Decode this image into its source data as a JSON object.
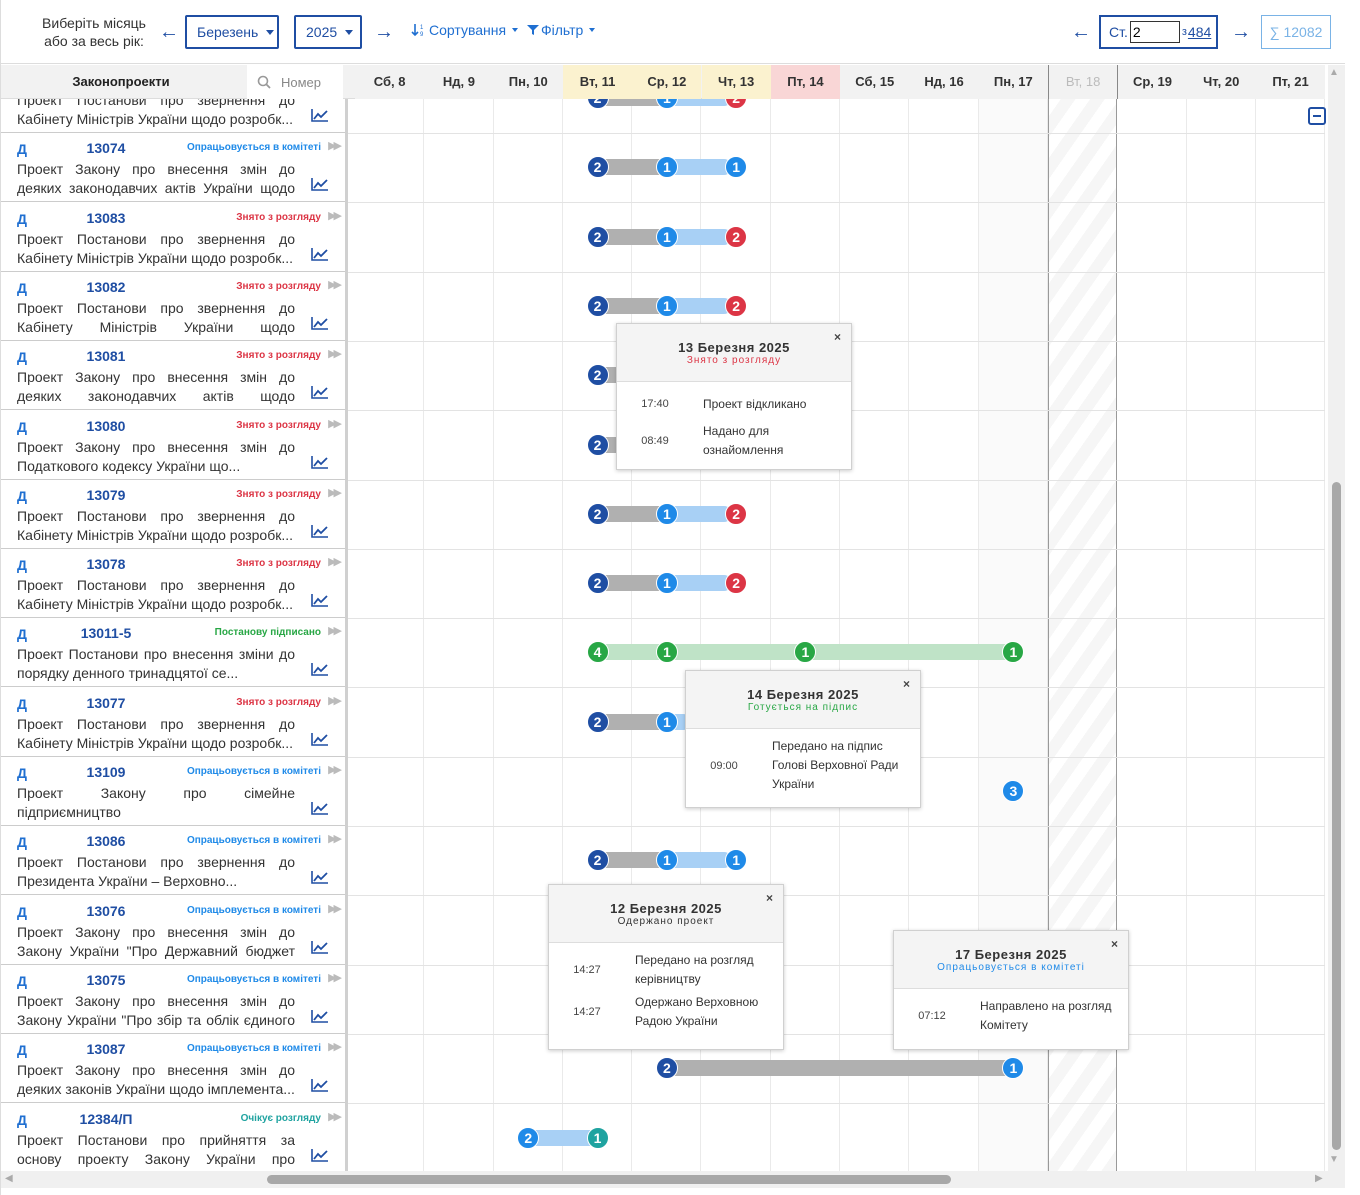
{
  "toolbar": {
    "month_label_1": "Виберіть місяць",
    "month_label_2": "або за весь рік:",
    "month": "Березень",
    "year": "2025",
    "sort": "Сортування",
    "filter": "Фільтр",
    "page_prefix": "Ст.",
    "page_value": "2",
    "page_of": "з",
    "page_total": "484",
    "total": "∑ 12082"
  },
  "header": {
    "title": "Законопроекти",
    "search_placeholder": "Номер"
  },
  "days": [
    {
      "label": "Сб, 8"
    },
    {
      "label": "Нд, 9"
    },
    {
      "label": "Пн, 10"
    },
    {
      "label": "Вт, 11"
    },
    {
      "label": "Ср, 12"
    },
    {
      "label": "Чт, 13"
    },
    {
      "label": "Пт, 14"
    },
    {
      "label": "Сб, 15"
    },
    {
      "label": "Нд, 16"
    },
    {
      "label": "Пн, 17"
    },
    {
      "label": "Вт, 18"
    },
    {
      "label": "Ср, 19"
    },
    {
      "label": "Чт, 20"
    },
    {
      "label": "Пт, 21"
    }
  ],
  "colors": {
    "dark": "#1f4ea3",
    "blue": "#1f8ae8",
    "red": "#dc3545",
    "green": "#28a745",
    "teal": "#1fa3a0",
    "grey": "#b0b0b0",
    "lightblue": "#a8d0f5",
    "lightgreen": "#bfe3c7"
  },
  "rows": [
    {
      "kind": "",
      "num": "",
      "status": "",
      "desc": "Проект Постанови про звернення до Кабінету Міністрів України щодо розробк..."
    },
    {
      "kind": "Д",
      "num": "13074",
      "status": "Опрацьовується в комітеті",
      "desc": "Проект Закону про внесення змін до деяких законодавчих актів України щодо посилен..."
    },
    {
      "kind": "Д",
      "num": "13083",
      "status": "Знято з розгляду",
      "desc": "Проект Постанови про звернення до Кабінету Міністрів України щодо розробк..."
    },
    {
      "kind": "Д",
      "num": "13082",
      "status": "Знято з розгляду",
      "desc": "Проект Постанови про звернення до Кабінету Міністрів України щодо поширен..."
    },
    {
      "kind": "Д",
      "num": "13081",
      "status": "Знято з розгляду",
      "desc": "Проект Закону про внесення змін до деяких законодавчих актів щодо запроваджен..."
    },
    {
      "kind": "Д",
      "num": "13080",
      "status": "Знято з розгляду",
      "desc": "Проект Закону про внесення змін до Податкового кодексу України що..."
    },
    {
      "kind": "Д",
      "num": "13079",
      "status": "Знято з розгляду",
      "desc": "Проект Постанови про звернення до Кабінету Міністрів України щодо розробк..."
    },
    {
      "kind": "Д",
      "num": "13078",
      "status": "Знято з розгляду",
      "desc": "Проект Постанови про звернення до Кабінету Міністрів України щодо розробк..."
    },
    {
      "kind": "Д",
      "num": "13011-5",
      "status": "Постанову підписано",
      "desc": "Проект Постанови про внесення зміни до порядку денного тринадцятої се..."
    },
    {
      "kind": "Д",
      "num": "13077",
      "status": "Знято з розгляду",
      "desc": "Проект Постанови про звернення до Кабінету Міністрів України щодо розробк..."
    },
    {
      "kind": "Д",
      "num": "13109",
      "status": "Опрацьовується в комітеті",
      "desc": "Проект Закону про сімейне підприємництво"
    },
    {
      "kind": "Д",
      "num": "13086",
      "status": "Опрацьовується в комітеті",
      "desc": "Проект Постанови про звернення до Президента України – Верховно..."
    },
    {
      "kind": "Д",
      "num": "13076",
      "status": "Опрацьовується в комітеті",
      "desc": "Проект Закону про внесення змін до Закону України \"Про Державний бюджет України ..."
    },
    {
      "kind": "Д",
      "num": "13075",
      "status": "Опрацьовується в комітеті",
      "desc": "Проект Закону про внесення змін до Закону України \"Про збір та облік єдиного внес..."
    },
    {
      "kind": "Д",
      "num": "13087",
      "status": "Опрацьовується в комітеті",
      "desc": "Проект Закону про внесення змін до деяких законів України щодо імплемента..."
    },
    {
      "kind": "Д",
      "num": "12384/П",
      "status": "Очікує розгляду",
      "desc": "Проект Постанови про прийняття за основу проекту Закону України про стимулюван..."
    }
  ],
  "timeline": [
    {
      "bars": [
        [
          "grey",
          3,
          4
        ],
        [
          "lightblue",
          4,
          5
        ]
      ],
      "dots": [
        [
          3,
          "2",
          "dark"
        ],
        [
          4,
          "1",
          "blue"
        ],
        [
          5,
          "2",
          "red"
        ]
      ]
    },
    {
      "bars": [
        [
          "grey",
          3,
          4
        ],
        [
          "lightblue",
          4,
          5
        ]
      ],
      "dots": [
        [
          3,
          "2",
          "dark"
        ],
        [
          4,
          "1",
          "blue"
        ],
        [
          5,
          "1",
          "blue"
        ]
      ]
    },
    {
      "bars": [
        [
          "grey",
          3,
          4
        ],
        [
          "lightblue",
          4,
          5
        ]
      ],
      "dots": [
        [
          3,
          "2",
          "dark"
        ],
        [
          4,
          "1",
          "blue"
        ],
        [
          5,
          "2",
          "red"
        ]
      ]
    },
    {
      "bars": [
        [
          "grey",
          3,
          4
        ],
        [
          "lightblue",
          4,
          5
        ]
      ],
      "dots": [
        [
          3,
          "2",
          "dark"
        ],
        [
          4,
          "1",
          "blue"
        ],
        [
          5,
          "2",
          "red"
        ]
      ]
    },
    {
      "bars": [
        [
          "grey",
          3,
          4
        ]
      ],
      "dots": [
        [
          3,
          "2",
          "dark"
        ]
      ]
    },
    {
      "bars": [
        [
          "grey",
          3,
          4
        ]
      ],
      "dots": [
        [
          3,
          "2",
          "dark"
        ]
      ]
    },
    {
      "bars": [
        [
          "grey",
          3,
          4
        ],
        [
          "lightblue",
          4,
          5
        ]
      ],
      "dots": [
        [
          3,
          "2",
          "dark"
        ],
        [
          4,
          "1",
          "blue"
        ],
        [
          5,
          "2",
          "red"
        ]
      ]
    },
    {
      "bars": [
        [
          "grey",
          3,
          4
        ],
        [
          "lightblue",
          4,
          5
        ]
      ],
      "dots": [
        [
          3,
          "2",
          "dark"
        ],
        [
          4,
          "1",
          "blue"
        ],
        [
          5,
          "2",
          "red"
        ]
      ]
    },
    {
      "bars": [
        [
          "lightgreen",
          3,
          9
        ]
      ],
      "dots": [
        [
          3,
          "4",
          "green"
        ],
        [
          4,
          "1",
          "green"
        ],
        [
          6,
          "1",
          "green"
        ],
        [
          9,
          "1",
          "green"
        ]
      ]
    },
    {
      "bars": [
        [
          "grey",
          3,
          4
        ],
        [
          "lightblue",
          4,
          4.4
        ]
      ],
      "dots": [
        [
          3,
          "2",
          "dark"
        ],
        [
          4,
          "1",
          "blue"
        ]
      ]
    },
    {
      "bars": [],
      "dots": [
        [
          9,
          "3",
          "blue"
        ]
      ]
    },
    {
      "bars": [
        [
          "grey",
          3,
          4
        ],
        [
          "lightblue",
          4,
          5
        ]
      ],
      "dots": [
        [
          3,
          "2",
          "dark"
        ],
        [
          4,
          "1",
          "blue"
        ],
        [
          5,
          "1",
          "blue"
        ]
      ]
    },
    {
      "bars": [],
      "dots": []
    },
    {
      "bars": [],
      "dots": []
    },
    {
      "bars": [
        [
          "grey",
          4,
          9
        ]
      ],
      "dots": [
        [
          4,
          "2",
          "dark"
        ],
        [
          9,
          "1",
          "blue"
        ]
      ]
    },
    {
      "bars": [
        [
          "lightblue",
          2,
          3
        ]
      ],
      "dots": [
        [
          2,
          "2",
          "blue"
        ],
        [
          3,
          "1",
          "teal"
        ]
      ]
    }
  ],
  "popups": [
    {
      "title": "13 Березня 2025",
      "sub": "Знято з розгляду",
      "subcolor": "red",
      "close": "×",
      "entries": [
        {
          "time": "17:40",
          "text": "Проект відкликано",
          "color": "red"
        },
        {
          "time": "08:49",
          "text": "Надано для ознайомлення",
          "color": "blue"
        }
      ]
    },
    {
      "title": "14 Березня 2025",
      "sub": "Готується на підпис",
      "subcolor": "green",
      "close": "×",
      "entries": [
        {
          "time": "09:00",
          "text": "Передано на підпис Голові Верховної Ради України",
          "color": "purple"
        }
      ]
    },
    {
      "title": "12 Березня 2025",
      "sub": "Одержано проект",
      "subcolor": "dark",
      "close": "×",
      "entries": [
        {
          "time": "14:27",
          "text": "Передано на розгляд керівництву",
          "color": "blue"
        },
        {
          "time": "14:27",
          "text": "Одержано Верховною Радою України",
          "color": "blue"
        }
      ]
    },
    {
      "title": "17 Березня 2025",
      "sub": "Опрацьовується в комітеті",
      "subcolor": "blue",
      "close": "×",
      "entries": [
        {
          "time": "07:12",
          "text": "Направлено на розгляд Комітету",
          "color": "blue"
        }
      ]
    }
  ]
}
